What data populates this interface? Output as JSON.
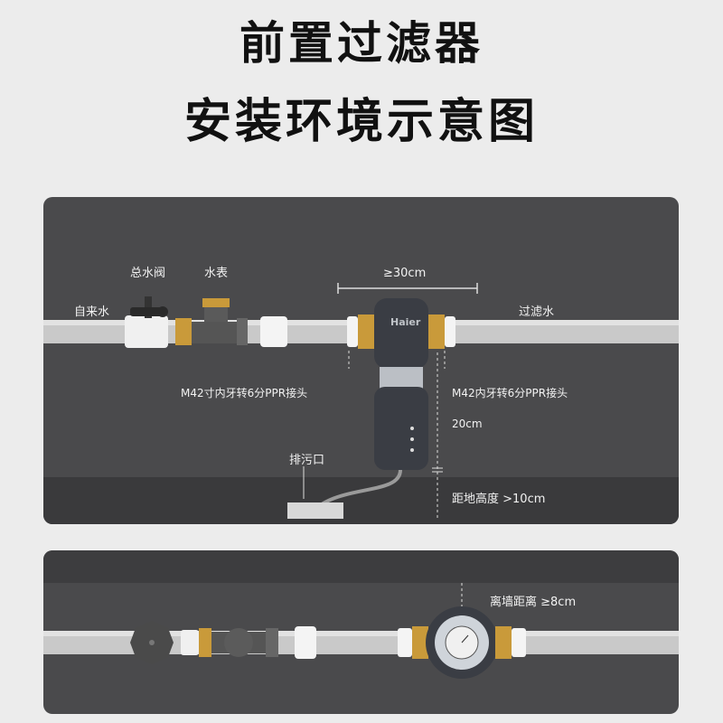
{
  "title_line1": "前置过滤器",
  "title_line2": "安装环境示意图",
  "panel_top": {
    "label_main_valve": "总水阀",
    "label_water_meter": "水表",
    "label_tap_water": "自来水",
    "label_width": "≥30cm",
    "label_filtered_water": "过滤水",
    "label_adapter_left": "M42寸内牙转6分PPR接头",
    "label_adapter_right": "M42内牙转6分PPR接头",
    "label_height_20": "20cm",
    "label_drain": "排污口",
    "label_floor_height": "距地高度 >10cm",
    "brand_text": "Haier"
  },
  "panel_bottom": {
    "label_wall_distance": "离墙距离 ≥8cm"
  }
}
